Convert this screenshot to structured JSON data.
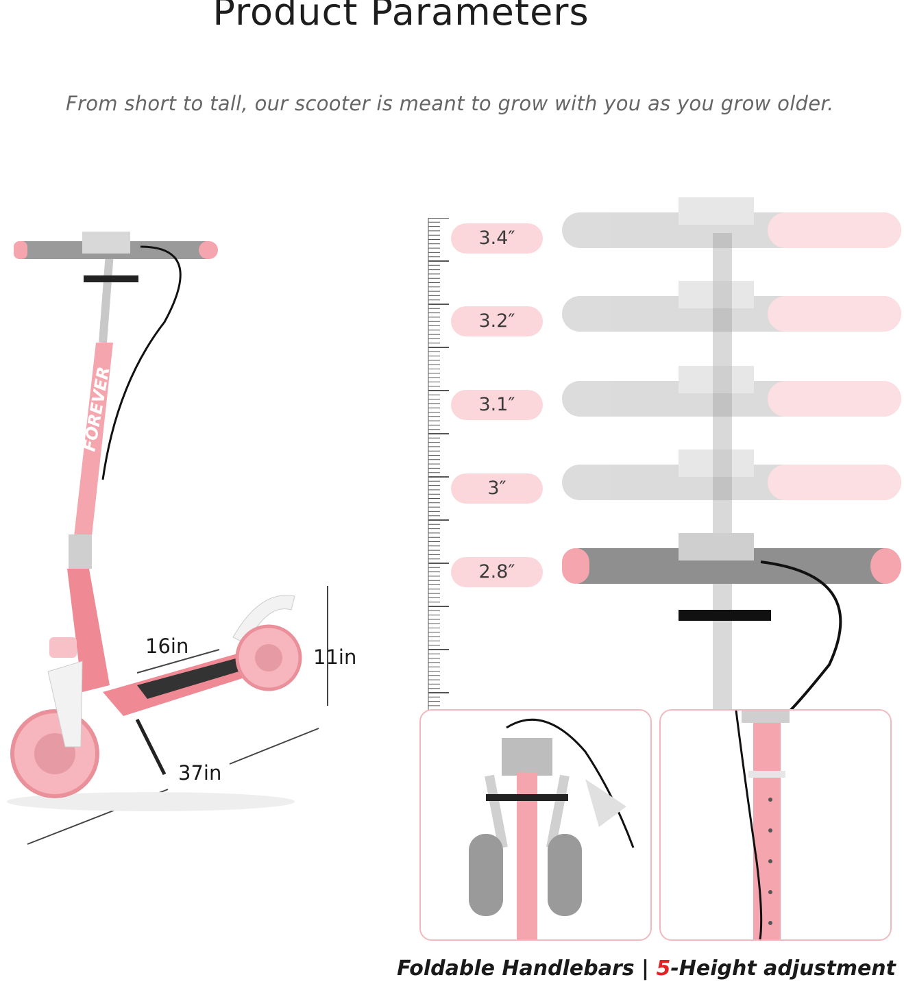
{
  "header": {
    "title": "Product Parameters",
    "subtitle": "From short to tall, our scooter is meant to grow with you as you grow older."
  },
  "dimensions": {
    "deck_length": "16in",
    "height": "11in",
    "total_length": "37in"
  },
  "height_levels": [
    "3.4″",
    "3.2″",
    "3.1″",
    "3″",
    "2.8″"
  ],
  "scooter_brand": "FOREVER",
  "footer": {
    "part1": "Foldable Handlebars | ",
    "accent": "5",
    "part2": "-Height adjustment"
  },
  "colors": {
    "pink": "#f4a5ad",
    "pill": "#fbd7db",
    "accent_red": "#e02424",
    "grip_gray": "#9a9a9a"
  }
}
